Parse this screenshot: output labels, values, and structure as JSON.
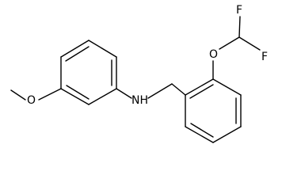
{
  "molecule": {
    "atoms": {
      "methoxy_oxygen": "O",
      "amine": "NH",
      "ether_oxygen": "O",
      "fluorine_top": "F",
      "fluorine_right": "F"
    }
  }
}
